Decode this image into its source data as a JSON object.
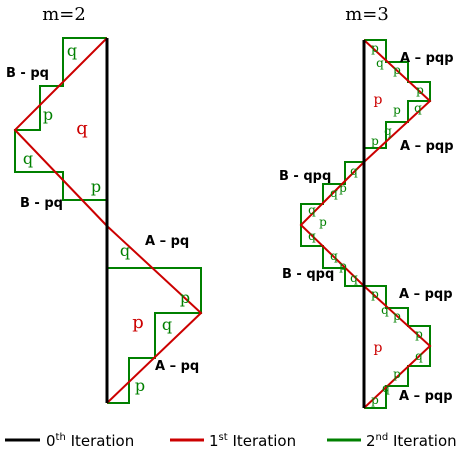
{
  "panels": [
    {
      "title": "m=2",
      "labels": {
        "upper_left": "B - pq",
        "mid_left": "B - pq",
        "mid_right": "A – pq",
        "lower_right": "A – pq"
      },
      "cells": {
        "p": "p",
        "q": "q"
      }
    },
    {
      "title": "m=3",
      "labels": {
        "top": "A – pqp",
        "upper": "A – pqp",
        "mid_upper": "B - qpq",
        "mid_lower": "B - qpq",
        "lower": "A – pqp",
        "bottom": "A – pqp"
      },
      "cells": {
        "p": "p",
        "q": "q"
      }
    }
  ],
  "legend": [
    {
      "color": "#000000",
      "prefix": "0",
      "sup": "th",
      "suffix": " Iteration"
    },
    {
      "color": "#cc0000",
      "prefix": "1",
      "sup": "st",
      "suffix": " Iteration"
    },
    {
      "color": "#008000",
      "prefix": "2",
      "sup": "nd",
      "suffix": " Iteration"
    }
  ],
  "colors": {
    "iter0": "#000000",
    "iter1": "#cc0000",
    "iter2": "#008000"
  }
}
